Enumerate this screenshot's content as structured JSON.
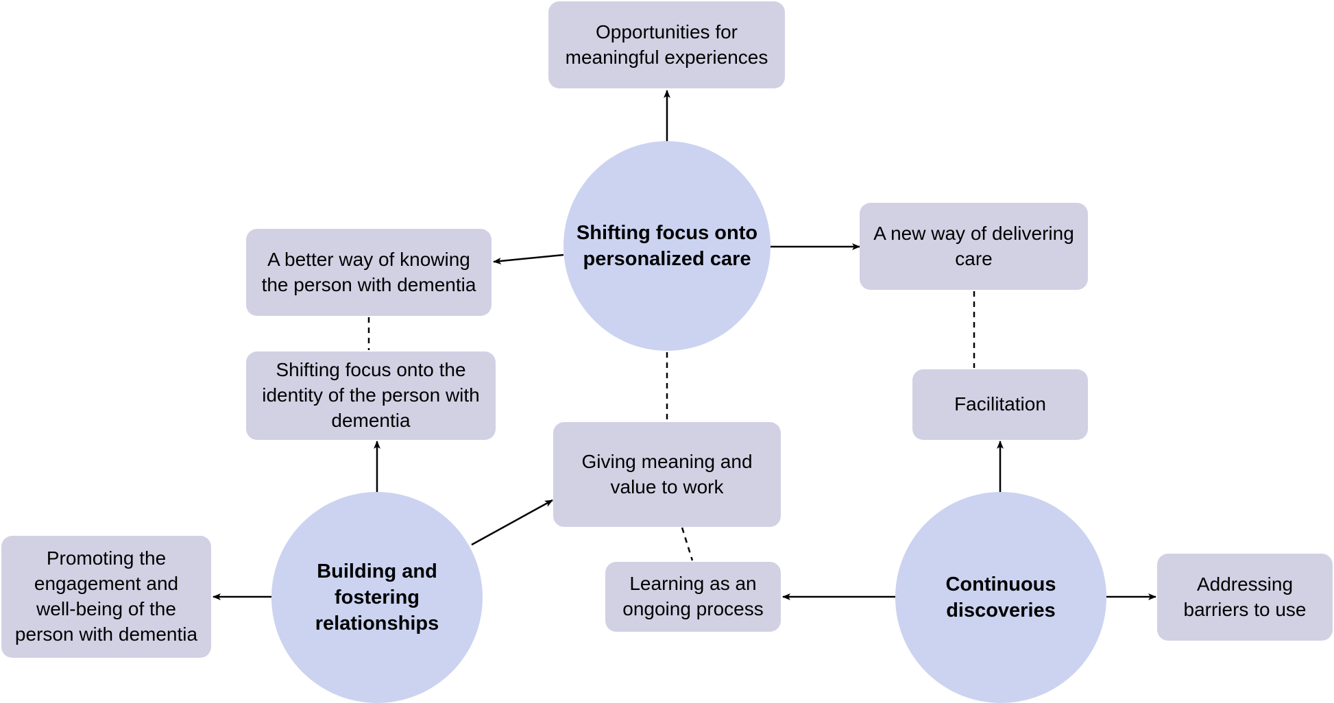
{
  "themes": {
    "personalized_care": "Shifting focus onto\npersonalized care",
    "relationships": "Building and\nfostering\nrelationships",
    "discoveries": "Continuous\ndiscoveries"
  },
  "subthemes": {
    "meaningful_experiences": "Opportunities for\nmeaningful experiences",
    "knowing_person": "A better way of knowing\nthe person with dementia",
    "delivering_care": "A new way of delivering\ncare",
    "identity": "Shifting focus onto the\nidentity of the person with\ndementia",
    "facilitation": "Facilitation",
    "meaning_work": "Giving meaning and\nvalue to work",
    "engagement": "Promoting the\nengagement and\nwell-being of the\nperson with dementia",
    "learning": "Learning as an\nongoing process",
    "barriers": "Addressing\nbarriers to use"
  },
  "colors": {
    "theme_circle": "#cbd3f0",
    "subtheme_box": "#d2d0e3",
    "connector": "#000000"
  },
  "links": [
    {
      "from": "personalized_care",
      "to": "meaningful_experiences",
      "style": "arrow"
    },
    {
      "from": "personalized_care",
      "to": "knowing_person",
      "style": "arrow"
    },
    {
      "from": "personalized_care",
      "to": "delivering_care",
      "style": "arrow"
    },
    {
      "from": "personalized_care",
      "to": "meaning_work",
      "style": "dashed"
    },
    {
      "from": "knowing_person",
      "to": "identity",
      "style": "dashed"
    },
    {
      "from": "delivering_care",
      "to": "facilitation",
      "style": "dashed"
    },
    {
      "from": "relationships",
      "to": "identity",
      "style": "arrow"
    },
    {
      "from": "relationships",
      "to": "meaning_work",
      "style": "arrow"
    },
    {
      "from": "relationships",
      "to": "engagement",
      "style": "arrow"
    },
    {
      "from": "meaning_work",
      "to": "learning",
      "style": "dashed"
    },
    {
      "from": "discoveries",
      "to": "facilitation",
      "style": "arrow"
    },
    {
      "from": "discoveries",
      "to": "learning",
      "style": "arrow"
    },
    {
      "from": "discoveries",
      "to": "barriers",
      "style": "arrow"
    }
  ]
}
